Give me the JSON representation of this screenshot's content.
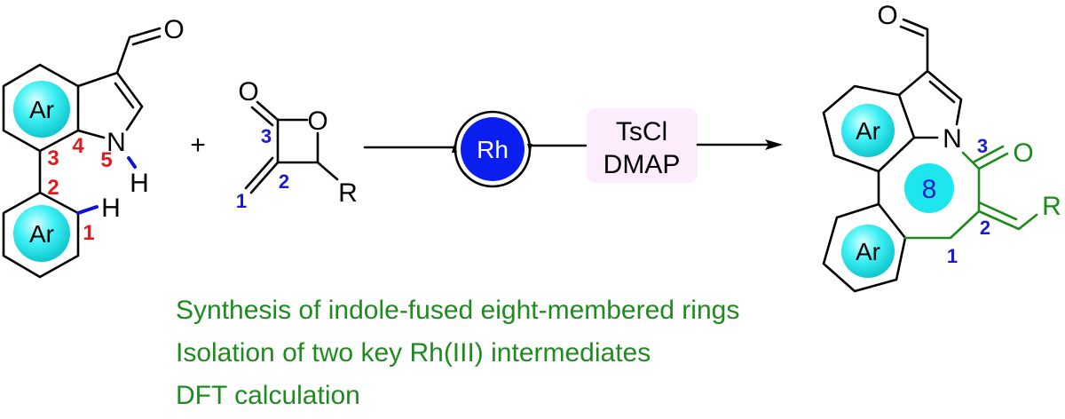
{
  "reactant1": {
    "ring_label_top": "Ar",
    "ring_label_bottom": "Ar",
    "atom_O": "O",
    "atom_N": "N",
    "atom_H_N": "H",
    "atom_H_C": "H",
    "positions": [
      "1",
      "2",
      "3",
      "4",
      "5"
    ]
  },
  "plus": "+",
  "reactant2": {
    "atom_O_carbonyl": "O",
    "atom_O_ring": "O",
    "atom_R": "R",
    "positions": [
      "1",
      "2",
      "3"
    ]
  },
  "catalyst": {
    "label": "Rh",
    "color": "#0a1ef0"
  },
  "reagents": {
    "line1": "TsCl",
    "line2": "DMAP"
  },
  "product": {
    "ring_label_top": "Ar",
    "ring_label_bottom": "Ar",
    "ring_size": "8",
    "atom_O_aldehyde": "O",
    "atom_N": "N",
    "atom_O_amide": "O",
    "atom_R": "R",
    "positions": [
      "1",
      "2",
      "3"
    ]
  },
  "notes": [
    "Synthesis of indole-fused eight-membered rings",
    "Isolation of two key Rh(III) intermediates",
    "DFT calculation"
  ],
  "colors": {
    "highlight_circle": "#1ee6ee",
    "text_green": "#1f8a1f",
    "label_red": "#e31a1a",
    "label_blue": "#1a1ad0",
    "reagent_box": "#fcecfc"
  }
}
